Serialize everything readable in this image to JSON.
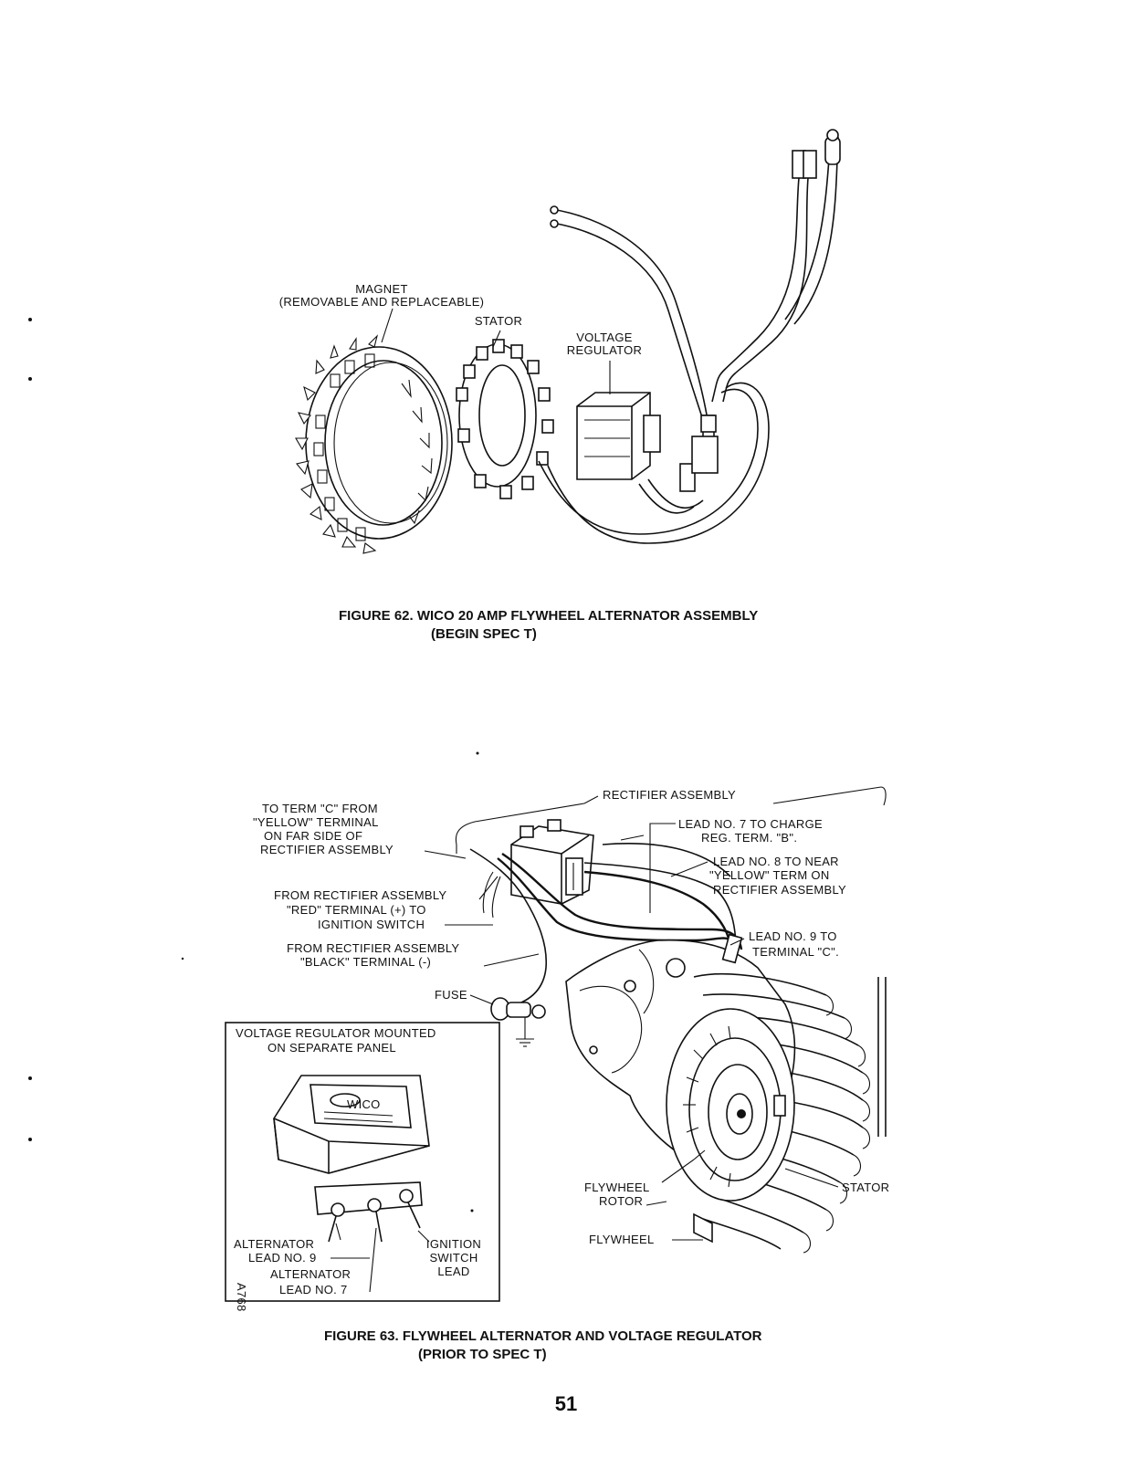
{
  "figure62": {
    "labels": {
      "magnet_1": "MAGNET",
      "magnet_2": "(REMOVABLE AND REPLACEABLE)",
      "stator": "STATOR",
      "regulator_1": "VOLTAGE",
      "regulator_2": "REGULATOR"
    },
    "caption_1": "FIGURE 62.  WICO 20 AMP FLYWHEEL ALTERNATOR ASSEMBLY",
    "caption_2": "(BEGIN SPEC T)"
  },
  "figure63": {
    "labels": {
      "term_c_1": "TO TERM \"C\" FROM",
      "term_c_2": "\"YELLOW\" TERMINAL",
      "term_c_3": "ON FAR SIDE OF",
      "term_c_4": "RECTIFIER ASSEMBLY",
      "rectifier": "RECTIFIER ASSEMBLY",
      "lead7_1": "LEAD NO. 7 TO CHARGE",
      "lead7_2": "REG. TERM. \"B\".",
      "lead8_1": "LEAD NO. 8 TO NEAR",
      "lead8_2": "\"YELLOW\" TERM ON",
      "lead8_3": "RECTIFIER ASSEMBLY",
      "red_1": "FROM RECTIFIER ASSEMBLY",
      "red_2": "\"RED\" TERMINAL (+) TO",
      "red_3": "IGNITION SWITCH",
      "lead9_1": "LEAD NO. 9 TO",
      "lead9_2": "TERMINAL \"C\".",
      "black_1": "FROM RECTIFIER ASSEMBLY",
      "black_2": "\"BLACK\" TERMINAL (-)",
      "fuse": "FUSE",
      "inset_1": "VOLTAGE REGULATOR MOUNTED",
      "inset_2": "ON SEPARATE PANEL",
      "alt9_1": "ALTERNATOR",
      "alt9_2": "LEAD NO. 9",
      "alt7_1": "ALTERNATOR",
      "alt7_2": "LEAD NO. 7",
      "ign_1": "IGNITION",
      "ign_2": "SWITCH",
      "ign_3": "LEAD",
      "rotor_1": "FLYWHEEL",
      "rotor_2": "ROTOR",
      "stator": "STATOR",
      "flywheel": "FLYWHEEL",
      "code": "A768",
      "brand": "WICO"
    },
    "caption_1": "FIGURE 63.  FLYWHEEL ALTERNATOR AND VOLTAGE REGULATOR",
    "caption_2": "(PRIOR TO SPEC T)"
  },
  "page_number": "51"
}
